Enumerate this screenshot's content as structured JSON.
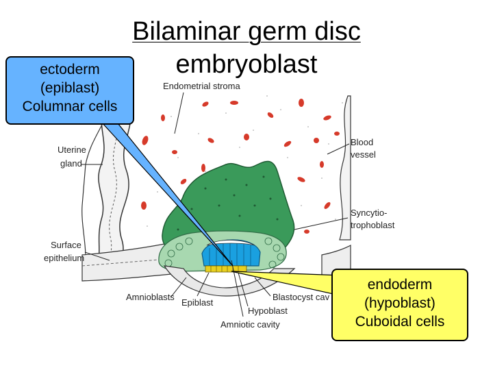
{
  "title": {
    "line1": "Bilaminar germ disc",
    "line2": "embryoblast"
  },
  "callouts": {
    "ectoderm": [
      "ectoderm",
      "(epiblast)",
      "Columnar cells"
    ],
    "endoderm": [
      "endoderm",
      "(hypoblast)",
      "Cuboidal cells"
    ]
  },
  "labels": {
    "endometrial_stroma": "Endometrial stroma",
    "uterine_gland": [
      "Uterine",
      "gland"
    ],
    "blood_vessel": [
      "Blood",
      "vessel"
    ],
    "syncytiotrophoblast": [
      "Syncytio-",
      "trophoblast"
    ],
    "surface_epithelium": [
      "Surface",
      "epithelium"
    ],
    "amnioblasts": "Amnioblasts",
    "epiblast": "Epiblast",
    "blastocyst_cavity": "Blastocyst cav",
    "hypoblast": "Hypoblast",
    "amniotic_cavity": "Amniotic cavity"
  },
  "colors": {
    "ectoderm_callout": "#66b3ff",
    "endoderm_callout": "#ffff66",
    "syncytiotrophoblast": "#3a9a5a",
    "cytotrophoblast": "#a8d8b0",
    "epiblast": "#1aa0e0",
    "hypoblast": "#e8d020",
    "blood_vessel": "#d63a2a"
  }
}
